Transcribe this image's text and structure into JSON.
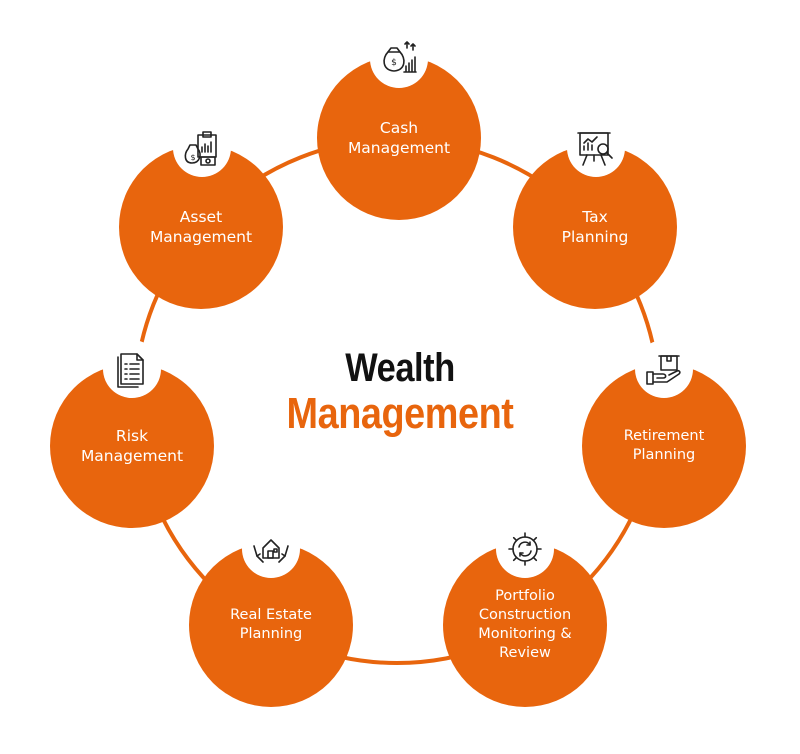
{
  "title": {
    "line1": "Wealth",
    "line2": "Management"
  },
  "colors": {
    "accent": "#e8650d",
    "title_dark": "#111111",
    "label": "#ffffff"
  },
  "nodes": [
    {
      "label": "Cash\nManagement",
      "icon": "money-bag-growth-icon"
    },
    {
      "label": "Tax\nPlanning",
      "icon": "presentation-analytics-icon"
    },
    {
      "label": "Retirement\nPlanning",
      "icon": "hand-holding-box-icon"
    },
    {
      "label": "Portfolio\nConstruction\nMonitoring &\nReview",
      "icon": "gear-refresh-icon"
    },
    {
      "label": "Real Estate\nPlanning",
      "icon": "hands-house-icon"
    },
    {
      "label": "Risk\nManagement",
      "icon": "document-list-icon"
    },
    {
      "label": "Asset\nManagement",
      "icon": "money-clipboard-icon"
    }
  ]
}
